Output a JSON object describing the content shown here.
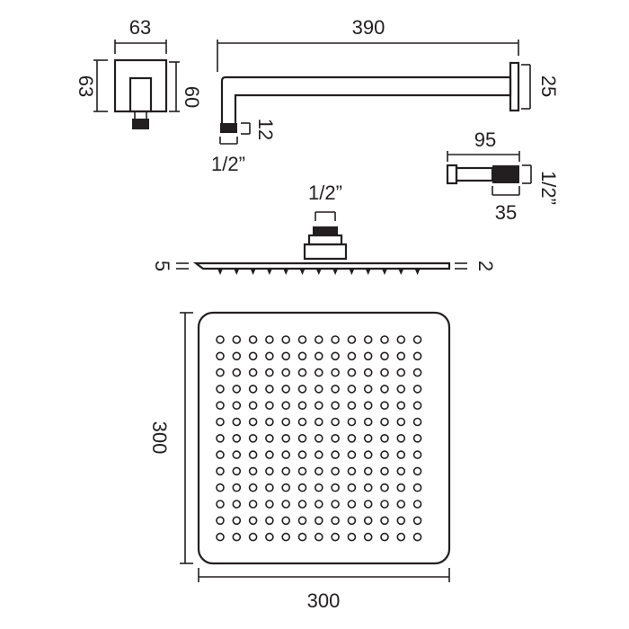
{
  "colors": {
    "ink": "#231f20",
    "background": "#ffffff"
  },
  "dimensions": {
    "bracket_width": "63",
    "bracket_height_outer": "63",
    "bracket_height_inner": "60",
    "arm_length": "390",
    "arm_flange": "25",
    "arm_thread_length": "12",
    "arm_thread_size": "1/2”",
    "nipple_length": "95",
    "nipple_thread_size": "1/2”",
    "nipple_body": "35",
    "head_inlet_thread": "1/2”",
    "head_thickness_edge": "5",
    "head_thickness_outer": "2",
    "head_depth": "300",
    "head_width": "300"
  },
  "nozzle_grid": {
    "rows": 13,
    "cols": 13
  }
}
